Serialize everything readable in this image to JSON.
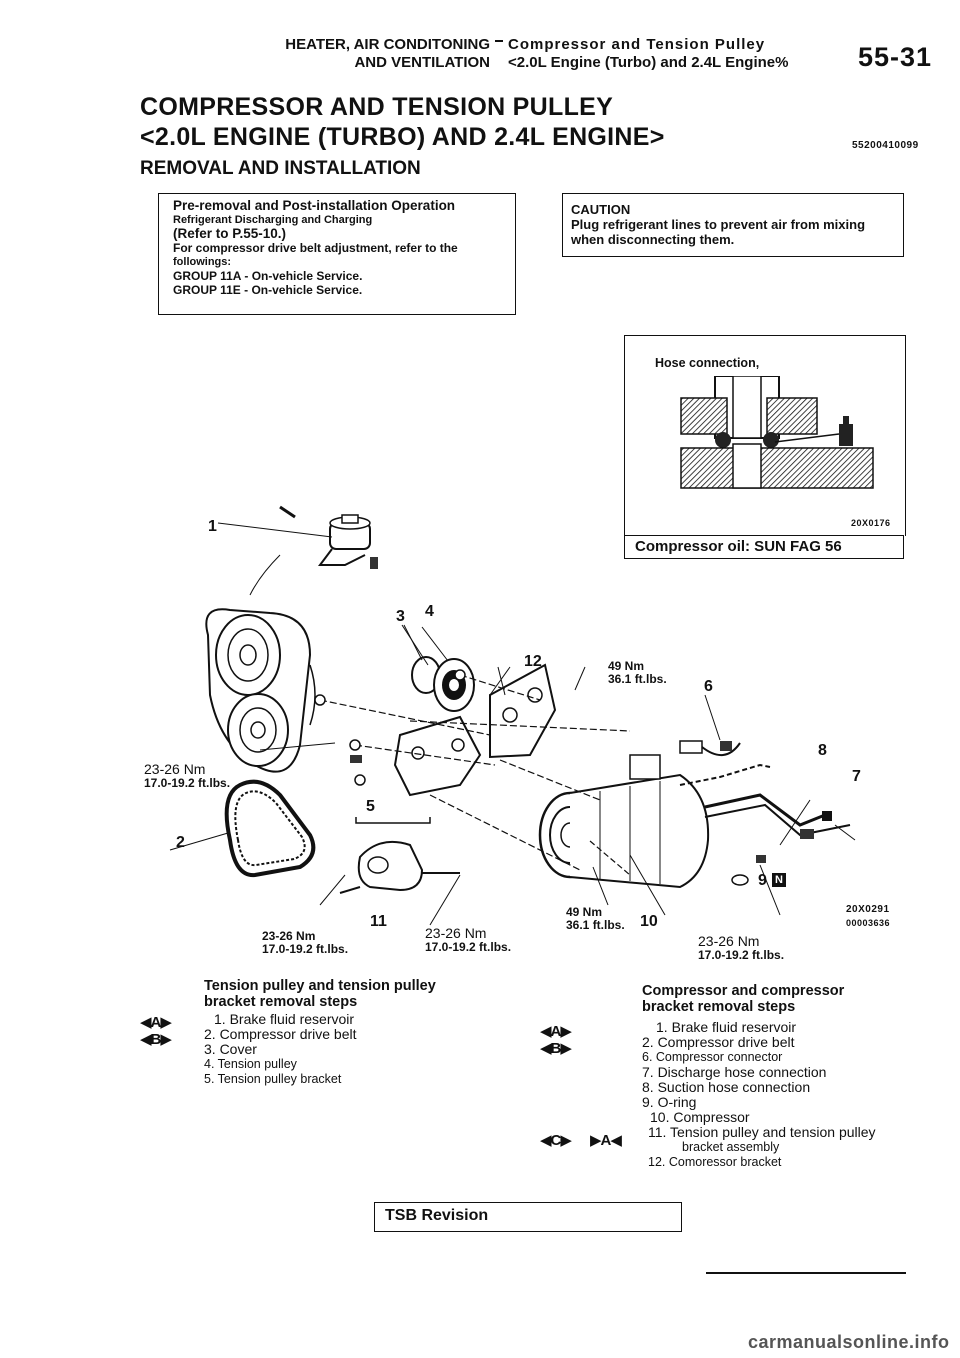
{
  "header": {
    "left_line1": "HEATER, AIR CONDITONING",
    "left_line2": "AND VENTILATION",
    "right_line1": "Compressor and Tension Pulley",
    "right_line2": "<2.0L Engine (Turbo) and 2.4L Engine%",
    "page_number": "55-31"
  },
  "title": {
    "line1": "COMPRESSOR AND TENSION PULLEY",
    "line2": "<2.0L ENGINE (TURBO) AND 2.4L ENGINE>",
    "code": "55200410099"
  },
  "section_title": "REMOVAL AND INSTALLATION",
  "operation_box": {
    "line1": "Pre-removal and Post-installation Operation",
    "line2": "Refrigerant Discharging and Charging",
    "line3": "(Refer to P.55-10.)",
    "line4": "For compressor drive belt adjustment, refer to the",
    "line5": "followings:",
    "line6": "GROUP 11A -  On-vehicle  Service.",
    "line7": "GROUP 11E -  On-vehicle  Service."
  },
  "caution_box": {
    "label": "CAUTION",
    "line1": "Plug refrigerant lines to prevent air from mixing",
    "line2": "when  disconnecting  them."
  },
  "hose_box": {
    "title": "Hose connection,",
    "code": "20X0176",
    "oil": "Compressor  oil: SUN FAG 56"
  },
  "diagram": {
    "callouts": {
      "c1": "1",
      "c2": "2",
      "c3": "3",
      "c4": "4",
      "c5": "5",
      "c6": "6",
      "c7": "7",
      "c8": "8",
      "c9": "9",
      "c9n": "N",
      "c10": "10",
      "c11": "11",
      "c12": "12"
    },
    "torques": {
      "t1_nm": "23-26 Nm",
      "t1_ft": "17.0-19.2 ft.lbs.",
      "t2_nm": "49 Nm",
      "t2_ft": "36.1 ft.lbs.",
      "t3_nm": "23-26 Nm",
      "t3_ft": "17.0-19.2 ft.lbs.",
      "t4_nm": "23-26 Nm",
      "t4_ft": "17.0-19.2 ft.lbs.",
      "t5_nm": "49 Nm",
      "t5_ft": "36.1 ft.lbs.",
      "t6_nm": "23-26 Nm",
      "t6_ft": "17.0-19.2 ft.lbs."
    },
    "code1": "20X0291",
    "code2": "00003636"
  },
  "left_steps": {
    "heading1": "Tension pulley and tension pulley",
    "heading2": "bracket removal steps",
    "mark_a": "A",
    "mark_b": "B",
    "items": [
      "1. Brake fluid reservoir",
      "2. Compressor drive belt",
      "3. Cover",
      "4. Tension  pulley",
      "5. Tension  pulley  bracket"
    ]
  },
  "right_steps": {
    "heading1": "Compressor  and  compressor",
    "heading2": "bracket  removal  steps",
    "mark_a": "A",
    "mark_b": "B",
    "mark_c": "C",
    "mark_a2": "A",
    "items": [
      "1. Brake fluid reservoir",
      "2. Compressor drive belt",
      "6.  Compressor  connector",
      "7. Discharge hose connection",
      "8. Suction hose connection",
      "9.  O-ring",
      "10.  Compressor",
      "11. Tension pulley and tension pulley",
      "bracket  assembly",
      "12.  Comoressor  bracket"
    ]
  },
  "tsb": "TSB Revision",
  "watermark": "carmanualsonline.info"
}
